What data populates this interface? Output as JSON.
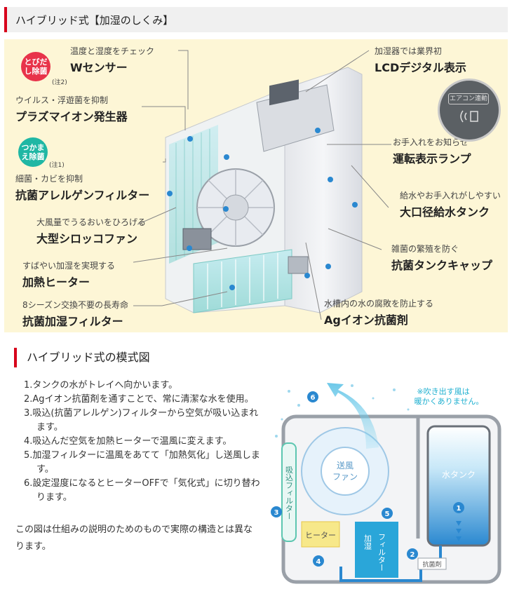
{
  "section1": {
    "title": "ハイブリッド式【加湿のしくみ】"
  },
  "features_left": [
    {
      "sub": "温度と湿度をチェック",
      "main": "Wセンサー"
    },
    {
      "sub": "ウイルス・浮遊菌を抑制",
      "main": "プラズマイオン発生器"
    },
    {
      "sub": "細菌・カビを抑制",
      "main": "抗菌アレルゲンフィルター"
    },
    {
      "sub": "大風量でうるおいをひろげる",
      "main": "大型シロッコファン"
    },
    {
      "sub": "すばやい加湿を実現する",
      "main": "加熱ヒーター"
    },
    {
      "sub": "8シーズン交換不要の長寿命",
      "main": "抗菌加湿フィルター"
    }
  ],
  "features_right": [
    {
      "sub": "加湿器では業界初",
      "main": "LCDデジタル表示"
    },
    {
      "sub": "お手入れをお知らせ",
      "main": "運転表示ランプ"
    },
    {
      "sub": "給水やお手入れがしやすい",
      "main": "大口径給水タンク"
    },
    {
      "sub": "雑菌の繁殖を防ぐ",
      "main": "抗菌タンクキャップ"
    },
    {
      "sub": "水槽内の水の腐敗を防止する",
      "main": "Agイオン抗菌剤"
    }
  ],
  "badges": [
    {
      "text": "とびだし除菌",
      "note": "(注2)",
      "color": "#e8334a"
    },
    {
      "text": "つかまえ除菌",
      "note": "(注1)",
      "color": "#1fb7a4"
    }
  ],
  "aircon_label": "エアコン連動",
  "section2": {
    "title": "ハイブリッド式の模式図"
  },
  "steps": [
    "1.タンクの水がトレイへ向かいます。",
    "2.Agイオン抗菌剤を通すことで、常に清潔な水を使用。",
    "3.吸込(抗菌アレルゲン)フィルターから空気が吸い込まれます。",
    "4.吸込んだ空気を加熱ヒーターで温風に変えます。",
    "5.加湿フィルターに温風をあてて「加熱気化」し送風します。",
    "6.設定湿度になるとヒーターOFFで「気化式」に切り替わります。"
  ],
  "note": "この図は仕組みの説明のためのもので実際の構造とは異なります。",
  "diagram": {
    "warm_note_1": "※吹き出す風は",
    "warm_note_2": "暖かくありません。",
    "fan_1": "送風",
    "fan_2": "ファン",
    "tank": "水タンク",
    "intake_filter": "吸込フィルター",
    "heater": "ヒーター",
    "humid_filter_1": "加湿",
    "humid_filter_2": "フィルター",
    "antibac": "抗菌剤",
    "numbers": [
      "1",
      "2",
      "3",
      "4",
      "5",
      "6"
    ]
  },
  "colors": {
    "accent": "#d7001b",
    "panel": "#fdf6d6",
    "blue": "#2a88d0",
    "cyan": "#5cc2e6"
  }
}
